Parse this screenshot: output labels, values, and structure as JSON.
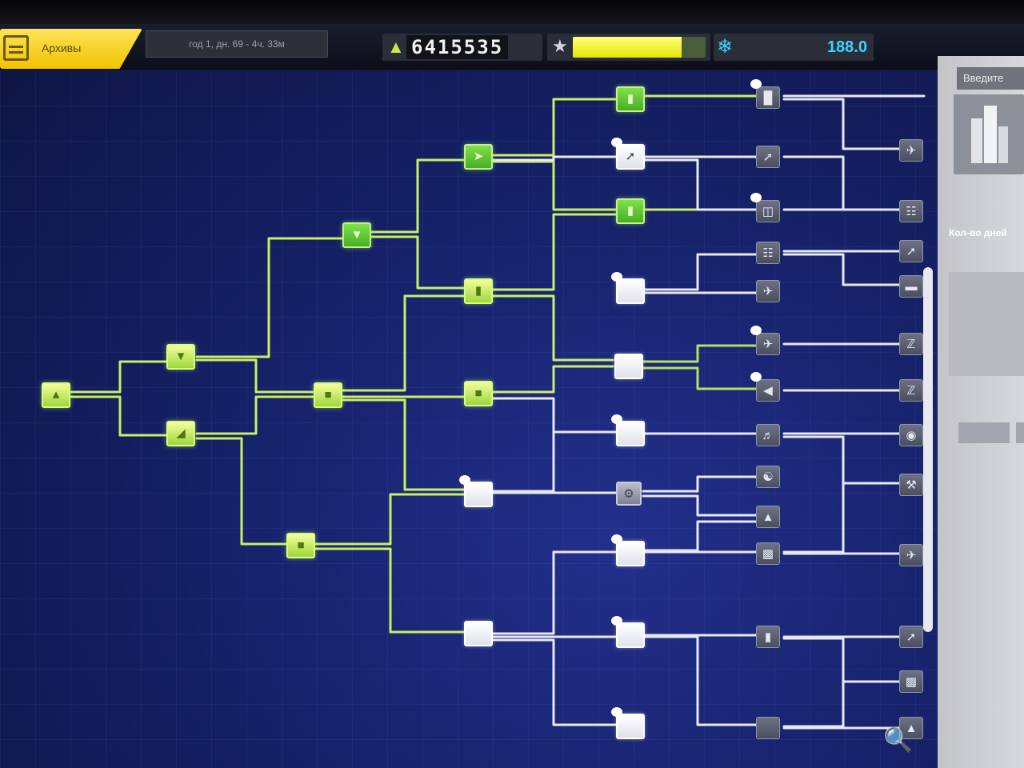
{
  "topbar": {
    "archive_label": "Архивы",
    "date_text": "год 1, дн. 69 - 4ч. 33м",
    "money_value": "6415535",
    "rating_fill_fraction": 0.82,
    "science_value": "188.0"
  },
  "sidepanel": {
    "enter_button": "Введите",
    "heading": "Кол-во дней"
  },
  "colors": {
    "accent_yellow": "#f1c400",
    "researched_green": "#9fd63c",
    "available_white": "#ffffff",
    "locked_gray": "#7d8294",
    "science_blue": "#3fd2ff"
  },
  "icons": [
    "archive-icon",
    "money-icon",
    "star-icon",
    "science-icon",
    "zoom-icon",
    "building-icon"
  ]
}
